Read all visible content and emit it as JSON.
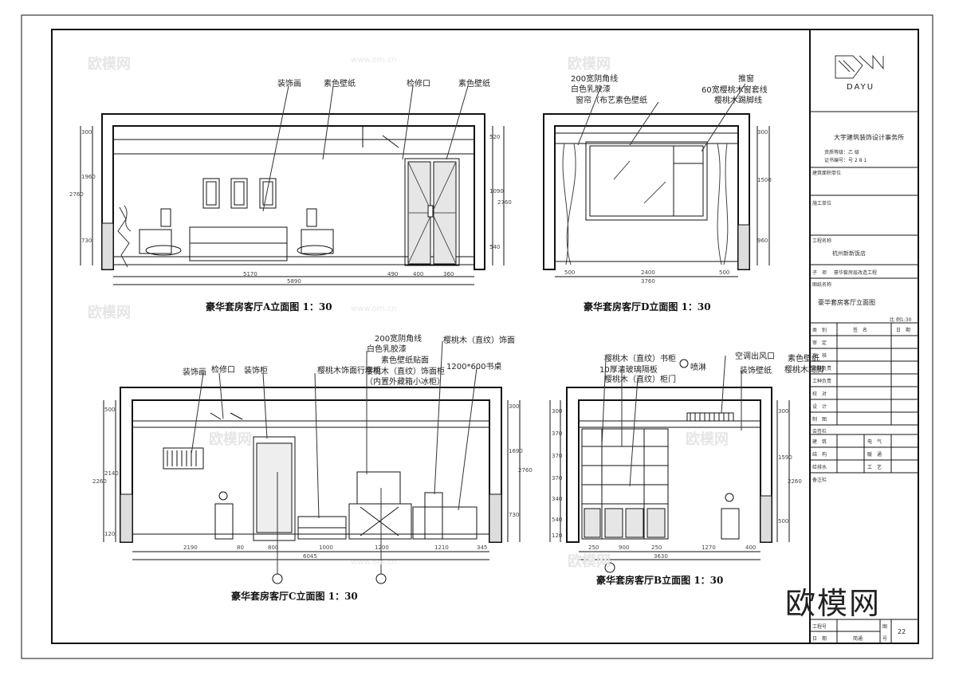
{
  "watermark": {
    "site": "欧模网",
    "url": "www.om.cn",
    "big": "欧模网"
  },
  "views": {
    "a": {
      "title": "豪华套房客厅A立面图 1：30",
      "labels": [
        "装饰画",
        "素色壁纸",
        "检修口",
        "素色壁纸"
      ],
      "dims_bottom": [
        "5170",
        "490",
        "400",
        "360",
        "5890"
      ],
      "dims_left": [
        "300",
        "1960",
        "730",
        "2760"
      ],
      "dims_right": [
        "520",
        "1090",
        "540",
        "2760"
      ]
    },
    "d": {
      "title": "豪华套房客厅D立面图 1：30",
      "labels": [
        "200宽阴角线",
        "白色乳胶漆",
        "窗帘（布艺素色壁纸",
        "推窗",
        "60宽樱桃木窗套线",
        "樱桃木踢脚线"
      ],
      "dims_bottom": [
        "500",
        "2400",
        "500",
        "3760"
      ],
      "dims_right": [
        "300",
        "1500",
        "960"
      ]
    },
    "c": {
      "title": "豪华套房客厅C立面图 1：30",
      "labels": [
        "装饰画",
        "检修口",
        "装饰柜",
        "樱桃木饰面行李柜",
        "200宽阴角线",
        "白色乳胶漆",
        "素色壁纸贴面",
        "樱桃木（直纹）饰面柜",
        "（内置外藏箱小冰柜）",
        "樱桃木（直纹）饰面",
        "1200*600书桌"
      ],
      "dims_bottom": [
        "2190",
        "80",
        "800",
        "1000",
        "1200",
        "1210",
        "345",
        "6045"
      ],
      "dims_left": [
        "500",
        "2140",
        "2260",
        "120"
      ],
      "dims_right": [
        "300",
        "1690",
        "2760",
        "730"
      ]
    },
    "b": {
      "title": "豪华套房客厅B立面图 1：30",
      "labels": [
        "樱桃木（直纹）书柜",
        "10厚清玻璃隔板",
        "樱桃木（直纹）柜门",
        "空调出风口",
        "素色壁纸",
        "樱桃木踢脚",
        "装饰壁纸",
        "喷淋"
      ],
      "dims_bottom": [
        "250",
        "900",
        "250",
        "1270",
        "400",
        "3630"
      ],
      "dims_left": [
        "300",
        "370",
        "370",
        "370",
        "340",
        "540",
        "120"
      ],
      "dims_right": [
        "300",
        "1590",
        "2260",
        "500"
      ]
    }
  },
  "titleblock": {
    "logo_text": "DAYU",
    "firm": "大宇建筑装饰设计事务所",
    "cert_a": "资质等级：乙 级",
    "cert_b": "证书编号：号 2 8 1",
    "client_label": "建筑面积单位",
    "unit_label": "施工单位",
    "project_label": "工程名称",
    "project_name": "杭州新新饭店",
    "sub_label": "子　项",
    "sub_value": "豪华套房层改造工程",
    "drawing_label": "图纸名称",
    "drawing_name": "豪华套房客厅立面图",
    "scale": "比 例1:30",
    "sign_headers": [
      "类　别",
      "签　名",
      "日　期"
    ],
    "sign_rows": [
      "审　定",
      "审　核",
      "项目负责",
      "工种负责",
      "校　对",
      "设　计",
      "制　图"
    ],
    "coop_label": "会签栏",
    "coop_rows": [
      [
        "建　筑",
        "电　气"
      ],
      [
        "结　构",
        "暖　通"
      ],
      [
        "给排水",
        "工　艺"
      ]
    ],
    "remark_label": "备注栏",
    "bottom": {
      "job_no": "工程号",
      "sheet": "图",
      "date": "日　期",
      "approved": "简通",
      "no": "号",
      "number": "22"
    }
  }
}
